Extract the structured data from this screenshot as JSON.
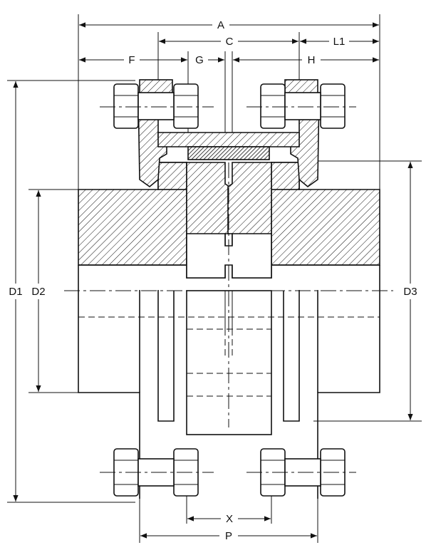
{
  "labels": {
    "A": "A",
    "C": "C",
    "L1": "L1",
    "F": "F",
    "G": "G",
    "H": "H",
    "D1": "D1",
    "D2": "D2",
    "D3": "D3",
    "X": "X",
    "P": "P"
  },
  "colors": {
    "line": "#111111",
    "background": "#ffffff"
  }
}
